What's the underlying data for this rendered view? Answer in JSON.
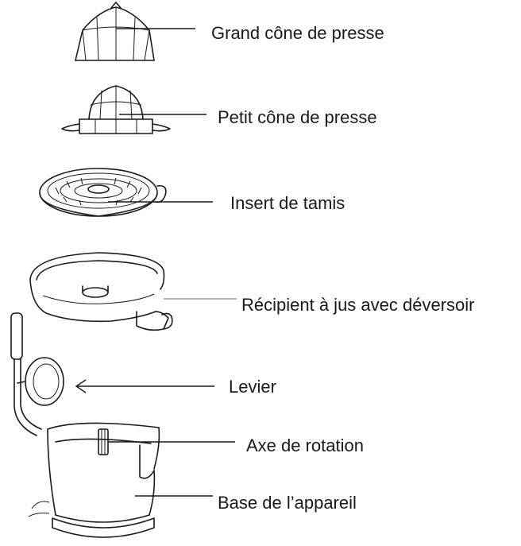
{
  "labels": {
    "large_cone": "Grand cône de presse",
    "small_cone": "Petit cône de presse",
    "sieve": "Insert de tamis",
    "juice_container": "Récipient à jus avec déversoir",
    "lever": "Levier",
    "axis": "Axe de rotation",
    "base": "Base de l’appareil"
  }
}
